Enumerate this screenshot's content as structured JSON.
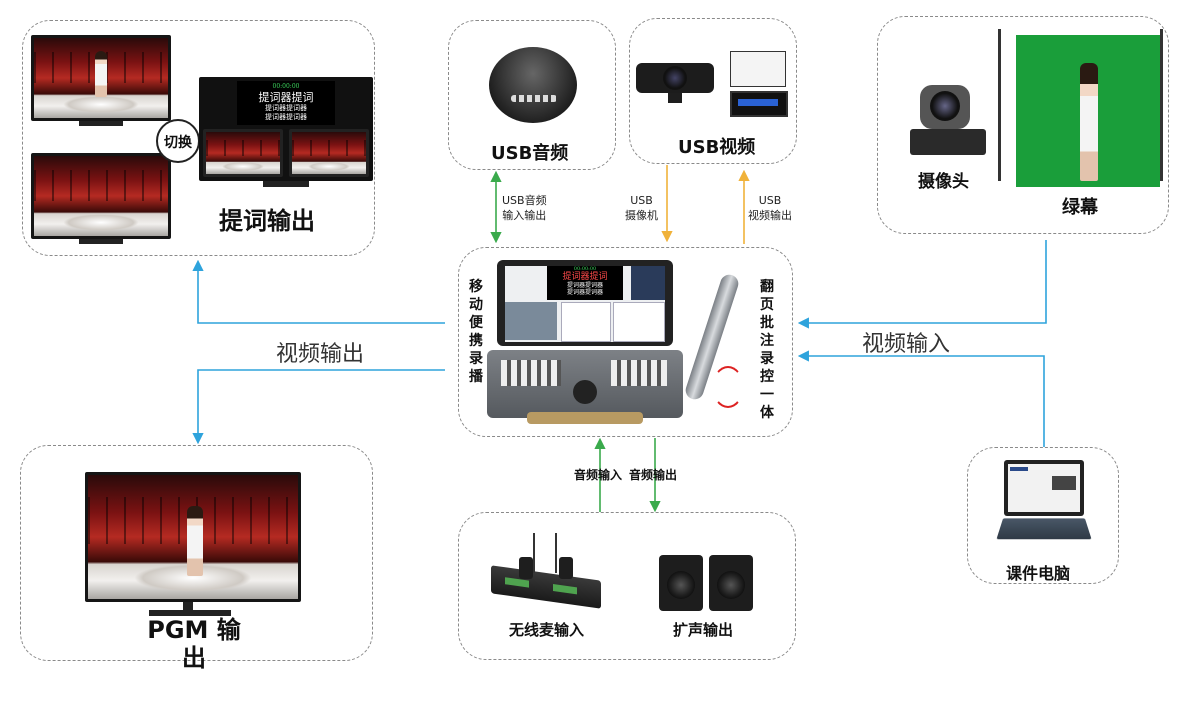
{
  "teleprompter": {
    "title": "提词输出",
    "switch_label": "切换",
    "clock": "00:00:00",
    "heading": "提词器提词",
    "line1": "提词器提词器",
    "line2": "提词器提词器"
  },
  "usb_audio": {
    "title": "USB音频",
    "arrow_label": "USB音频\n输入输出"
  },
  "usb_video": {
    "title": "USB视频",
    "camera_label": "USB\n摄像机",
    "output_label": "USB\n视频输出"
  },
  "camera_set": {
    "camera": "摄像头",
    "greenscreen": "绿幕"
  },
  "recorder": {
    "left_label": "移动便携录播",
    "right_label": "翻页批注录控一体",
    "clock": "00:00:00",
    "heading": "提词器提词",
    "line1": "提词器提词器",
    "line2": "提词器提词器"
  },
  "flows": {
    "video_out": "视频输出",
    "video_in": "视频输入",
    "audio_in": "音频输入",
    "audio_out": "音频输出"
  },
  "pgm": {
    "title": "PGM  输出"
  },
  "audio_io": {
    "mic": "无线麦输入",
    "speaker": "扩声输出"
  },
  "laptop": {
    "title": "课件电脑"
  },
  "colors": {
    "blue": "#2ea3dc",
    "green": "#3aaa4c",
    "orange": "#f0b23a"
  }
}
